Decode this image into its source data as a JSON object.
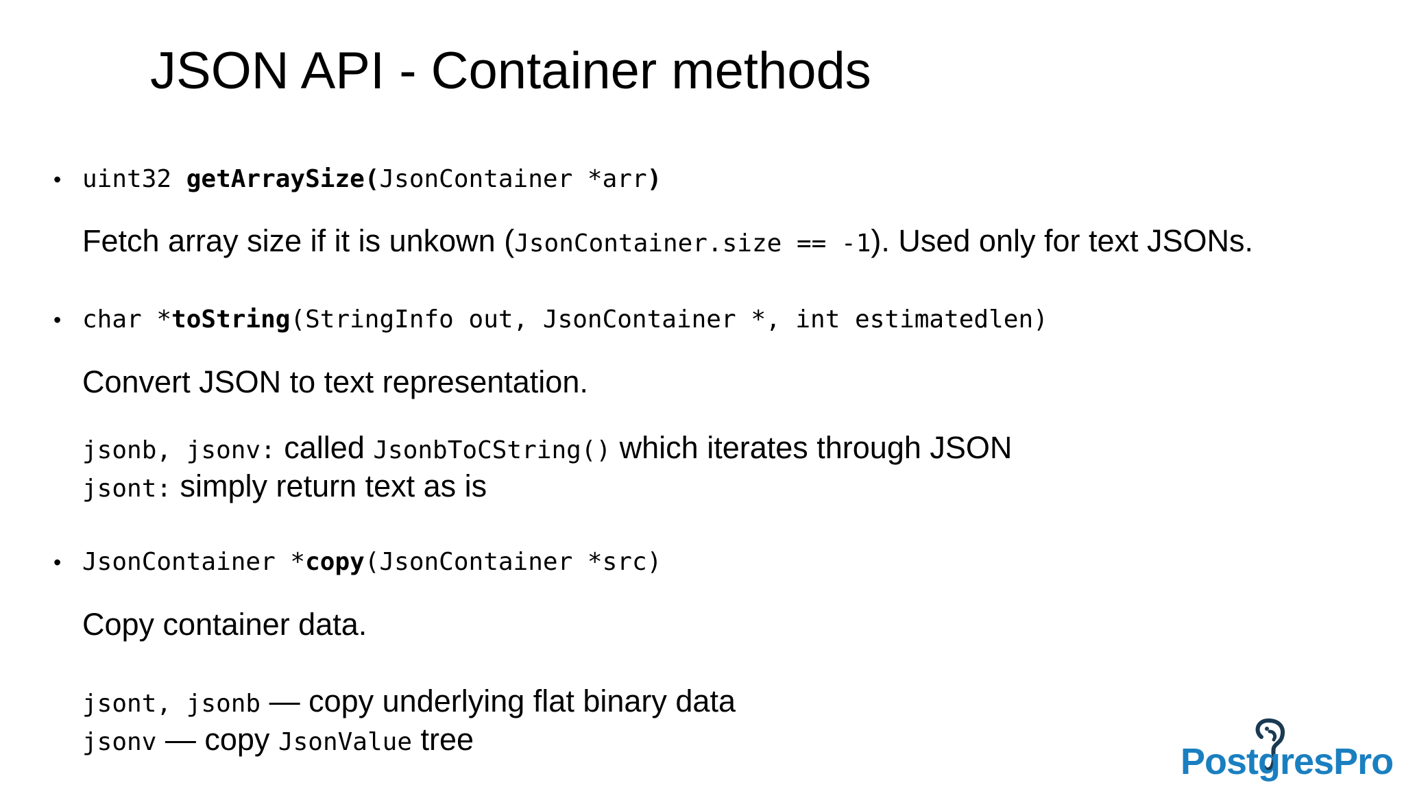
{
  "slide": {
    "title": "JSON API - Container methods",
    "items": [
      {
        "sig_pre": "uint32 ",
        "sig_name": "getArraySize(",
        "sig_args": "JsonContainer *arr",
        "sig_close": ")",
        "desc_pre": "Fetch array size if it is unkown (",
        "desc_code": "JsonContainer.size == -1",
        "desc_post": "). Used only for text JSONs."
      },
      {
        "sig_pre": "char *",
        "sig_name": "toString",
        "sig_args": "(StringInfo out, JsonContainer *, int estimatedlen)",
        "desc": "Convert JSON to text representation.",
        "line1_code": "jsonb, jsonv:",
        "line1_text1": " called ",
        "line1_code2": "JsonbToCString()",
        "line1_text2": " which iterates through JSON",
        "line2_code": "jsont:",
        "line2_text": " simply return text as is"
      },
      {
        "sig_pre": "JsonContainer *",
        "sig_name": "copy",
        "sig_args": "(JsonContainer *src)",
        "desc": "Copy container data.",
        "line1_code": "jsont, jsonb",
        "line1_text": " — copy underlying flat binary data",
        "line2_code": "jsonv",
        "line2_text1": " — copy ",
        "line2_code2": "JsonValue",
        "line2_text2": " tree"
      }
    ],
    "bullet": "•"
  },
  "logo": {
    "text": "PostgresPro",
    "color": "#1a7fc0"
  }
}
